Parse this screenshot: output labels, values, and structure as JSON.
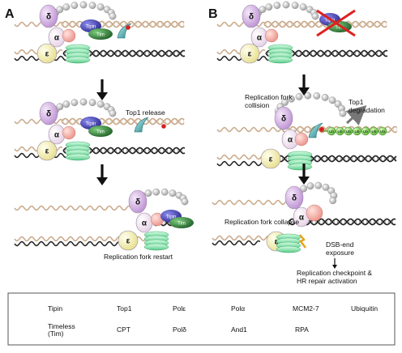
{
  "panels": {
    "a": "A",
    "b": "B"
  },
  "protein_letters": {
    "delta": "δ",
    "alpha": "α",
    "epsilon": "ε",
    "tipin": "Tipin",
    "tim": "Tim",
    "ub": "Ub"
  },
  "annotations": {
    "top1_release": "Top1 release",
    "fork_restart": "Replication fork restart",
    "fork_collision": "Replication fork\ncollision",
    "top1_degradation": "Top1\ndegradation",
    "fork_collapse": "Replication fork collapse",
    "dsb_exposure": "DSB-end\nexposure",
    "checkpoint": "Replication checkpoint &\nHR repair activation"
  },
  "legend": {
    "tipin": "Tipin",
    "timeless": "Timeless\n(Tim)",
    "top1": "Top1",
    "cpt": "CPT",
    "pol_epsilon": "Polε",
    "pol_delta": "Polδ",
    "pol_alpha": "Polα",
    "and1": "And1",
    "mcm": "MCM2-7",
    "rpa": "RPA",
    "ubiquitin": "Ubiquitin"
  },
  "colors": {
    "tipin": "#3a38a8",
    "tim": "#2f7f3a",
    "top1": "#3ba6a6",
    "cpt": "#d62020",
    "pol_epsilon": "#f4efb0",
    "pol_delta": "#d9b7e8",
    "pol_alpha": "#f3e6f3",
    "and1": "#f6b3aa",
    "mcm": "#8fe3b0",
    "rpa": "#c8c8c8",
    "ub": "#86d94f",
    "dna_light": "#c9a98a",
    "dna_dark": "#222222",
    "cross": "#e02020"
  },
  "icons": [
    "top1-icon",
    "cpt-icon",
    "ubiquitin-icon",
    "rpa-bead-icon",
    "arrow-down-icon",
    "cross-icon"
  ]
}
